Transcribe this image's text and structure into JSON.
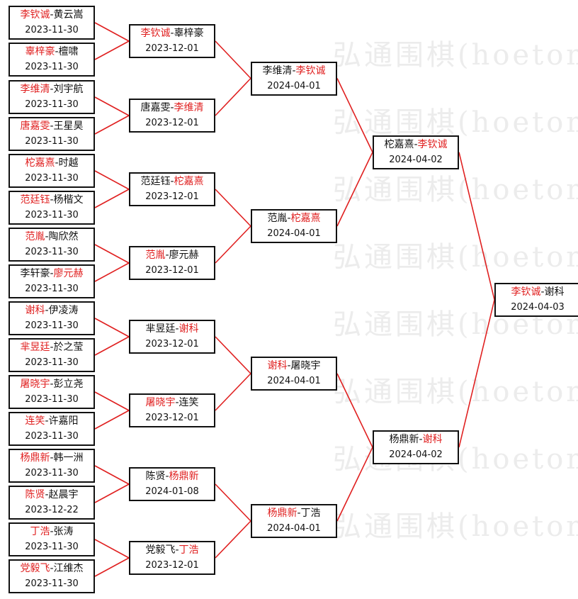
{
  "rounds": [
    [
      {
        "winner": "李钦诚",
        "loser": "黄云嵩",
        "date": "2023-11-30"
      },
      {
        "winner": "辜梓豪",
        "loser": "檀啸",
        "date": "2023-11-30"
      },
      {
        "winner": "李维清",
        "loser": "刘宇航",
        "date": "2023-11-30"
      },
      {
        "winner": "唐嘉雯",
        "loser": "王星昊",
        "date": "2023-11-30"
      },
      {
        "winner": "柁嘉熹",
        "loser": "时越",
        "date": "2023-11-30"
      },
      {
        "winner": "范廷钰",
        "loser": "杨楷文",
        "date": "2023-11-30"
      },
      {
        "winner": "范胤",
        "loser": "陶欣然",
        "date": "2023-11-30"
      },
      {
        "winner": "廖元赫",
        "loser": "李轩豪",
        "winner_first": false,
        "date": "2023-11-30"
      },
      {
        "winner": "谢科",
        "loser": "伊凌涛",
        "date": "2023-11-30"
      },
      {
        "winner": "芈昱廷",
        "loser": "於之莹",
        "date": "2023-11-30"
      },
      {
        "winner": "屠晓宇",
        "loser": "彭立尧",
        "date": "2023-11-30"
      },
      {
        "winner": "连笑",
        "loser": "许嘉阳",
        "date": "2023-11-30"
      },
      {
        "winner": "杨鼎新",
        "loser": "韩一洲",
        "date": "2023-11-30"
      },
      {
        "winner": "陈贤",
        "loser": "赵晨宇",
        "date": "2023-12-22"
      },
      {
        "winner": "丁浩",
        "loser": "张涛",
        "date": "2023-11-30"
      },
      {
        "winner": "党毅飞",
        "loser": "江维杰",
        "date": "2023-11-30"
      }
    ],
    [
      {
        "winner": "李钦诚",
        "loser": "辜梓豪",
        "date": "2023-12-01"
      },
      {
        "winner": "李维清",
        "loser": "唐嘉雯",
        "winner_first": false,
        "date": "2023-12-01"
      },
      {
        "winner": "柁嘉熹",
        "loser": "范廷钰",
        "winner_first": false,
        "date": "2023-12-01"
      },
      {
        "winner": "范胤",
        "loser": "廖元赫",
        "date": "2023-12-01"
      },
      {
        "winner": "谢科",
        "loser": "芈昱廷",
        "winner_first": false,
        "date": "2023-12-01"
      },
      {
        "winner": "屠晓宇",
        "loser": "连笑",
        "date": "2023-12-01"
      },
      {
        "winner": "杨鼎新",
        "loser": "陈贤",
        "winner_first": false,
        "date": "2024-01-08"
      },
      {
        "winner": "丁浩",
        "loser": "党毅飞",
        "winner_first": false,
        "date": "2023-12-01"
      }
    ],
    [
      {
        "winner": "李钦诚",
        "loser": "李维清",
        "winner_first": false,
        "date": "2024-04-01"
      },
      {
        "winner": "柁嘉熹",
        "loser": "范胤",
        "winner_first": false,
        "date": "2024-04-01"
      },
      {
        "winner": "谢科",
        "loser": "屠晓宇",
        "date": "2024-04-01"
      },
      {
        "winner": "杨鼎新",
        "loser": "丁浩",
        "date": "2024-04-01"
      }
    ],
    [
      {
        "winner": "李钦诚",
        "loser": "柁嘉熹",
        "winner_first": false,
        "date": "2024-04-02"
      },
      {
        "winner": "谢科",
        "loser": "杨鼎新",
        "winner_first": false,
        "date": "2024-04-02"
      }
    ],
    [
      {
        "winner": "李钦诚",
        "loser": "谢科",
        "date": "2024-04-03"
      }
    ]
  ],
  "watermark": "弘通围棋(hoetom.com)弘通围棋(hoetom.com)",
  "colors": {
    "winner": "#e02020",
    "connector": "#e02020",
    "border": "#111111"
  }
}
